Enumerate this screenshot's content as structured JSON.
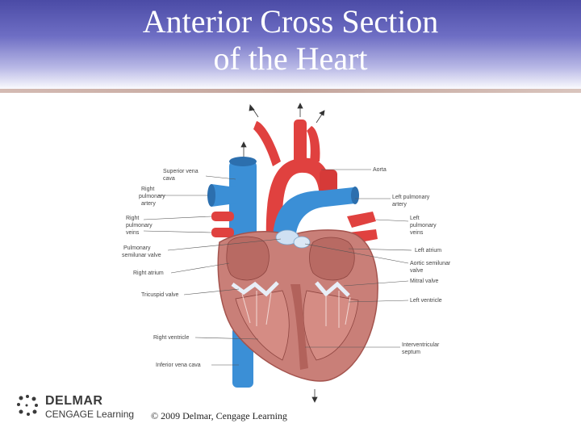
{
  "slide": {
    "title_line1": "Anterior Cross Section",
    "title_line2": "of the Heart"
  },
  "diagram": {
    "labels_left": [
      "Superior vena",
      "cava",
      "Right",
      "pulmonary",
      "artery",
      "Right",
      "pulmonary",
      "veins",
      "Pulmonary",
      "semilunar valve",
      "Right atrium",
      "Tricuspid valve",
      "Right ventricle",
      "Inferior vena cava"
    ],
    "labels_right": [
      "Aorta",
      "Left pulmonary",
      "artery",
      "Left",
      "pulmonary",
      "veins",
      "Left atrium",
      "Aortic semilunar",
      "valve",
      "Mitral valve",
      "Left ventricle",
      "Interventricular",
      "septum"
    ]
  },
  "footer": {
    "brand_name": "DELMAR",
    "brand_sub": "CENGAGE Learning",
    "copyright": "© 2009 Delmar, Cengage Learning"
  },
  "colors": {
    "artery_red": "#e0413f",
    "vein_blue": "#3b8fd6",
    "muscle": "#c97f78"
  }
}
